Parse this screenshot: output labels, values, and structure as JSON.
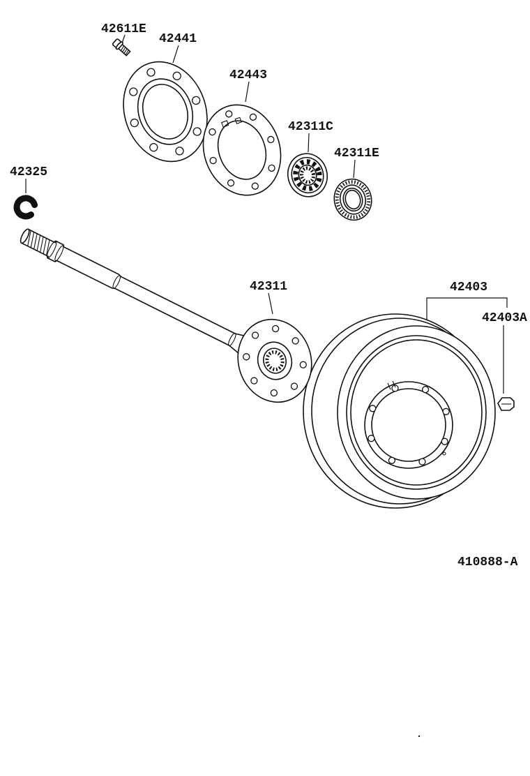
{
  "colors": {
    "line": "#111111",
    "background": "#ffffff"
  },
  "labels": {
    "bolt": "42611E",
    "bearing_retainer": "42441",
    "gasket": "42443",
    "bearing": "42311C",
    "oil_seal": "42311E",
    "snap_ring": "42325",
    "axle_shaft": "42311",
    "brake_drum": "42403",
    "drum_clip": "42403A"
  },
  "drawing_number": "410888-A"
}
